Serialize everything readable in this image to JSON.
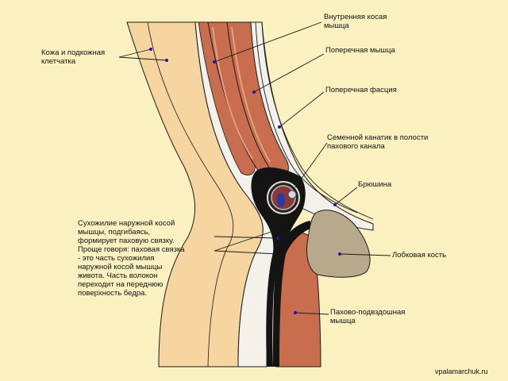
{
  "labels": {
    "skin": "Кожа и подкожная\nклетчатка",
    "internal_oblique": "Внутренняя косая\nмышца",
    "transverse_muscle": "Поперечная мышца",
    "transverse_fascia": "Поперечная фасция",
    "spermatic_cord": "Семенной канатик в полости\nпахового канала",
    "peritoneum": "Брюшина",
    "external_oblique_tendon": "Сухожилие наружной косой\nмышцы, подгибаясь,\nформирует паховую связку.\nПроще говоря: паховая связка\n- это часть сухожилия\nнаружной косой мышцы\nживота. Часть волокон\nпереходит на переднюю\nповерхность бедра.",
    "pubic_bone": "Лобковая кость",
    "iliopsoas": "Пахово-подвздошная\nмышца"
  },
  "watermark": "vpalamarchuk.ru",
  "colors": {
    "background": "#fbf0c0",
    "skin_layer": "#f6d5a0",
    "muscle": "#c96d4f",
    "muscle_light": "#e3a186",
    "bone": "#b8a98d",
    "tissue_white": "#f4f0ea",
    "dark": "#141414",
    "line": "#1a1a1a",
    "pointer": "#1a1aa8"
  }
}
